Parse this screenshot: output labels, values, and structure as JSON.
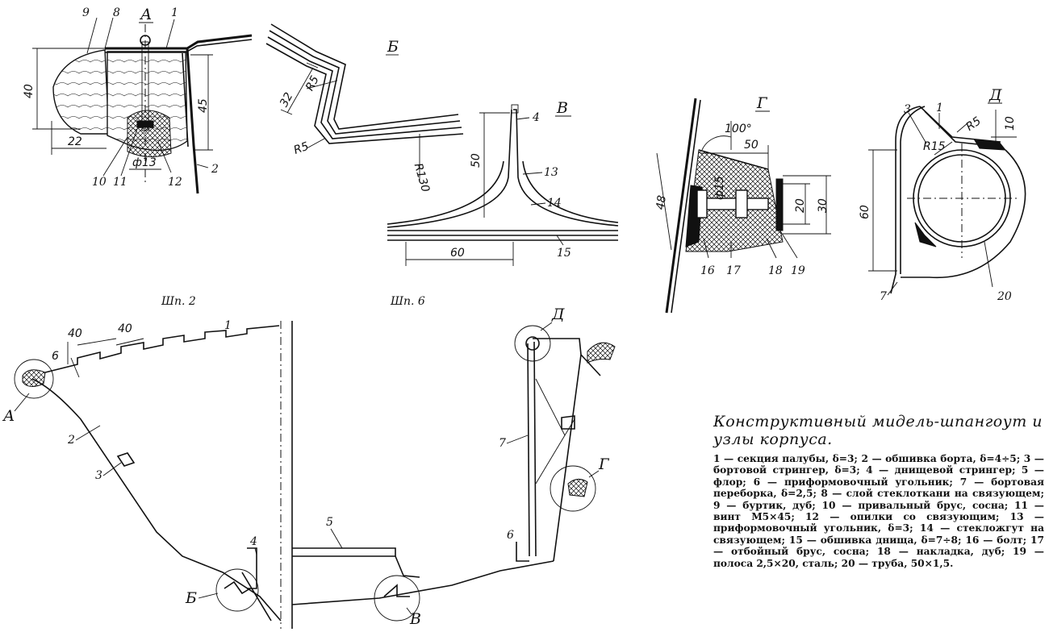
{
  "caption": {
    "title": "Конструктивный мидель-шпангоут и узлы корпуса.",
    "legend": "1 — секция палубы, δ=3; 2 — обшивка борта, δ=4÷5; 3 — бортовой стрингер, δ=3; 4 — днищевой стрингер; 5 — флор; 6 — приформовочный угольник; 7 — бортовая переборка, δ=2,5; 8 — слой стеклоткани на связующем; 9 — буртик, дуб; 10 — привальный брус, сосна; 11 — винт М5×45; 12 — опилки со связующим; 13 — приформовочный угольник, δ=3; 14 — стекложгут на связующем; 15 — обшивка днища, δ=7÷8; 16 — болт; 17 — отбойный брус, сосна; 18 — накладка, дуб; 19 — полоса 2,5×20, сталь; 20 — труба, 50×1,5."
  },
  "detail_A": {
    "title": "А",
    "parts": [
      "9",
      "8",
      "1",
      "10",
      "11",
      "12",
      "2"
    ],
    "dims": [
      "40",
      "22",
      "45",
      "ф13"
    ]
  },
  "detail_B": {
    "title": "Б",
    "dims": [
      "32",
      "R5",
      "R5",
      "R130"
    ]
  },
  "detail_V": {
    "title": "В",
    "parts": [
      "4",
      "13",
      "14",
      "15"
    ],
    "dims": [
      "50",
      "60"
    ]
  },
  "detail_G": {
    "title": "Г",
    "parts": [
      "16",
      "17",
      "18",
      "19"
    ],
    "dims": [
      "100°",
      "50",
      "48",
      "ф15",
      "20",
      "30"
    ]
  },
  "detail_D": {
    "title": "Д",
    "parts": [
      "3",
      "1",
      "7",
      "20"
    ],
    "dims": [
      "R5",
      "10",
      "R15",
      "60"
    ]
  },
  "section": {
    "left_title": "Шп. 2",
    "right_title": "Шп. 6",
    "dims": [
      "40",
      "40",
      "6"
    ],
    "parts": [
      "1",
      "2",
      "3",
      "4",
      "5",
      "6",
      "7"
    ],
    "callouts": [
      "А",
      "Б",
      "В",
      "Г",
      "Д"
    ]
  }
}
